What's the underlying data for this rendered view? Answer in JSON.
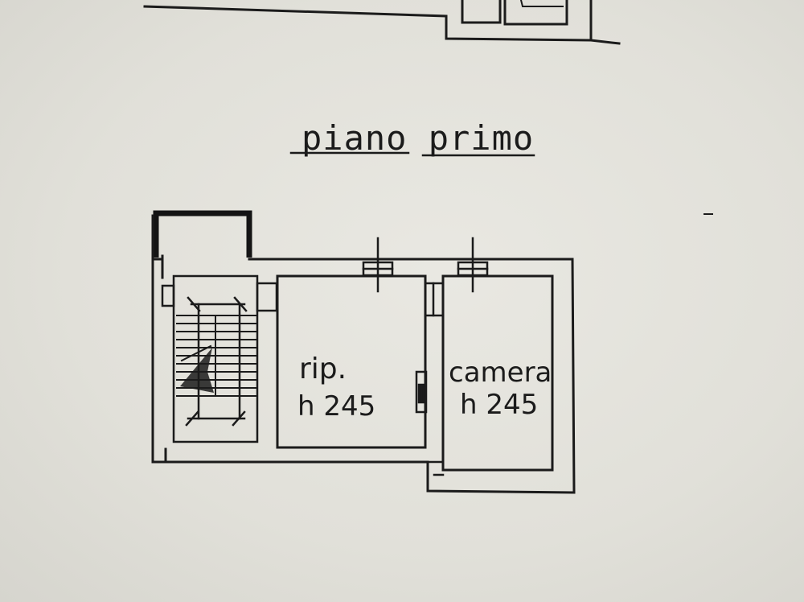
{
  "title": "piano primo",
  "rooms": [
    {
      "name": "rip.",
      "height": "h 245"
    },
    {
      "name": "camera",
      "height": "h 245"
    }
  ],
  "colors": {
    "paper": "#e3e2dc",
    "ink": "#1b1b1b"
  }
}
